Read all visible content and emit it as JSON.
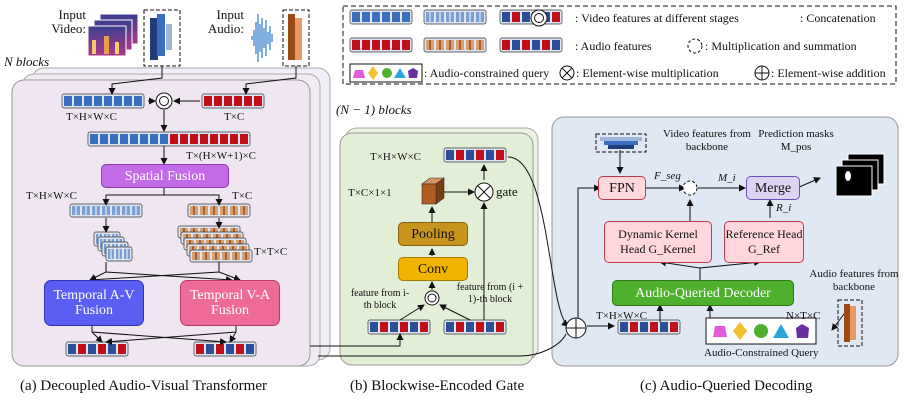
{
  "inputs": {
    "video": "Input\nVideo:",
    "audio": "Input\nAudio:"
  },
  "nblocks": "N blocks",
  "n1blocks": "(N − 1) blocks",
  "legend": {
    "video_features": ": Video features at different stages",
    "concat": ": Concatenation",
    "audio_features": ": Audio features",
    "mult_sum": ": Multiplication and summation",
    "query": ": Audio-constrained query",
    "elem_mult": ": Element-wise multiplication",
    "elem_add": ": Element-wise addition"
  },
  "panel_a": {
    "dim_video": "T×H×W×C",
    "dim_audio": "T×C",
    "dim_concat": "T×(H×W+1)×C",
    "spatial_fusion": "Spatial Fusion",
    "dim_split_video": "T×H×W×C",
    "dim_split_audio": "T×C",
    "dim_ttc": "T×T×C",
    "temporal_av": "Temporal A-V Fusion",
    "temporal_va": "Temporal V-A Fusion",
    "caption": "(a) Decoupled Audio-Visual Transformer"
  },
  "panel_b": {
    "dim_thwc": "T×H×W×C",
    "dim_tc11": "T×C×1×1",
    "gate": "gate",
    "pooling": "Pooling",
    "conv": "Conv",
    "feat_i": "feature from i-th block",
    "feat_i1": "feature from (i + 1)-th block",
    "caption": "(b) Blockwise-Encoded Gate"
  },
  "panel_c": {
    "video_backbone": "Video features from backbone",
    "pred_masks": "Prediction masks M_pos",
    "fpn": "FPN",
    "fseg": "F_seg",
    "mi": "M_i",
    "ri": "R_i",
    "merge": "Merge",
    "dyn_head": "Dynamic Kernel Head G_Kernel",
    "ref_head": "Reference Head G_Ref",
    "decoder": "Audio-Queried Decoder",
    "audio_backbone": "Audio features from backbone",
    "dim_thwc": "T×H×W×C",
    "dim_ntc": "N×T×C",
    "acq": "Audio-Constrained Query",
    "caption": "(c) Audio-Queried Decoding"
  },
  "colors": {
    "video_blue": "#3a6fc0",
    "audio_red": "#c0101a",
    "spatial": "#c36ae8",
    "temporal_av": "#5a5ef2",
    "temporal_va": "#ee6a98",
    "pooling": "#c8951c",
    "conv": "#f0b400",
    "decoder": "#4eb02c",
    "fpn_fill": "#ffd7dc",
    "merge_fill": "#ddd4f4"
  }
}
